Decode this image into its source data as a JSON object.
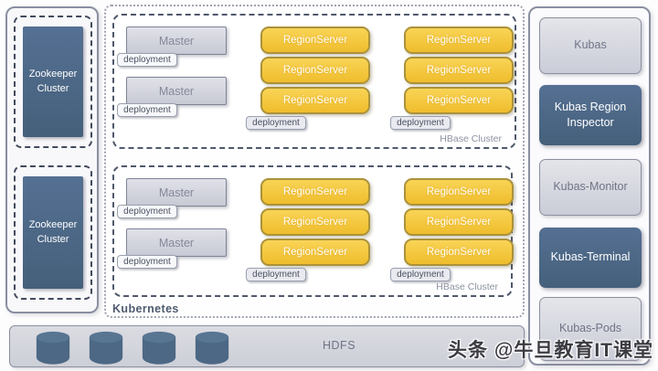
{
  "colors": {
    "dark_slate_blue": "#4d6681",
    "regionserver_gold": "#f3c436",
    "light_box_gray": "#d5d6de",
    "dashed_border": "#4f586b",
    "watermark_text": "#3b3b42"
  },
  "left_panel": {
    "clusters": [
      {
        "label": "Zookeeper Cluster"
      },
      {
        "label": "Zookeeper Cluster"
      }
    ]
  },
  "kubernetes": {
    "label": "Kubernetes",
    "clusters": [
      {
        "label": "HBase Cluster",
        "masters": [
          {
            "label": "Master",
            "deployment_label": "deployment"
          },
          {
            "label": "Master",
            "deployment_label": "deployment"
          }
        ],
        "regionserver_groups": [
          {
            "servers": [
              "RegionServer",
              "RegionServer",
              "RegionServer"
            ],
            "deployment_label": "deployment"
          },
          {
            "servers": [
              "RegionServer",
              "RegionServer",
              "RegionServer"
            ],
            "deployment_label": "deployment"
          }
        ]
      },
      {
        "label": "HBase Cluster",
        "masters": [
          {
            "label": "Master",
            "deployment_label": "deployment"
          },
          {
            "label": "Master",
            "deployment_label": "deployment"
          }
        ],
        "regionserver_groups": [
          {
            "servers": [
              "RegionServer",
              "RegionServer",
              "RegionServer"
            ],
            "deployment_label": "deployment"
          },
          {
            "servers": [
              "RegionServer",
              "RegionServer",
              "RegionServer"
            ],
            "deployment_label": "deployment"
          }
        ]
      }
    ]
  },
  "right_panel": {
    "items": [
      {
        "label": "Kubas",
        "variant": "light"
      },
      {
        "label": "Kubas Region Inspector",
        "variant": "dark"
      },
      {
        "label": "Kubas-Monitor",
        "variant": "light"
      },
      {
        "label": "Kubas-Terminal",
        "variant": "dark"
      },
      {
        "label": "Kubas-Pods",
        "variant": "light"
      }
    ]
  },
  "hdfs": {
    "label": "HDFS",
    "cylinder_icon": "database-icon",
    "cylinder_count": 4
  },
  "watermark": {
    "text": "头条 @牛旦教育IT课堂"
  }
}
